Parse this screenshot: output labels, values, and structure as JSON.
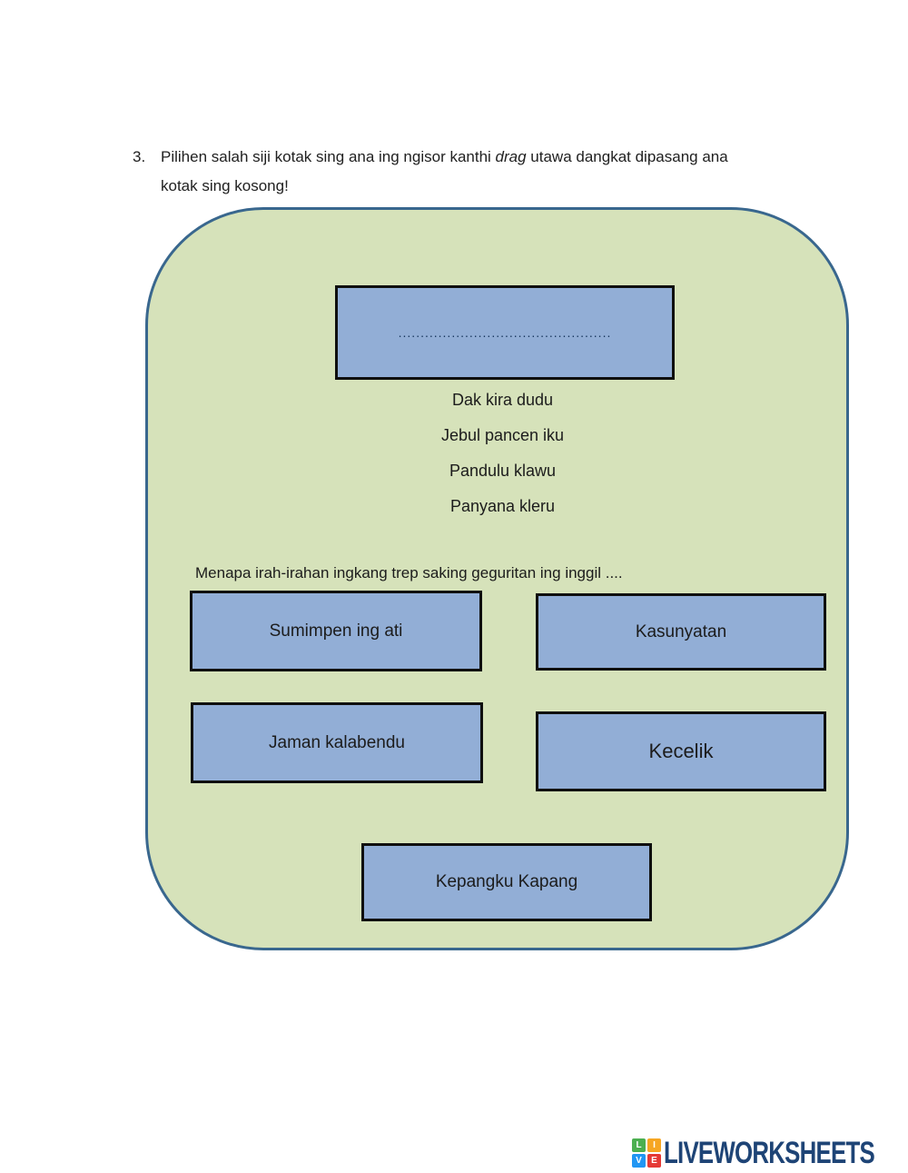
{
  "instruction": {
    "number": "3.",
    "line1_before": "Pilihen salah siji kotak sing ana ing ngisor  kanthi ",
    "drag_word": "drag",
    "line1_after": " utawa dangkat dipasang ana",
    "line2": "kotak sing kosong!"
  },
  "puzzle": {
    "blank_placeholder": "................................................",
    "poem_lines": [
      "Dak kira dudu",
      "Jebul pancen iku",
      "Pandulu klawu",
      "Panyana kleru"
    ],
    "question": "Menapa irah-irahan ingkang trep saking geguritan ing inggil ....",
    "options": [
      {
        "label": "Sumimpen ing ati"
      },
      {
        "label": "Kasunyatan"
      },
      {
        "label": "Jaman kalabendu"
      },
      {
        "label": "Kecelik"
      },
      {
        "label": "Kepangku Kapang"
      }
    ]
  },
  "footer": {
    "logo_letters": [
      "L",
      "I",
      "V",
      "E"
    ],
    "logo_text": "LIVEWORKSHEETS"
  },
  "colors": {
    "board_fill": "#d6e2ba",
    "board_border": "#39678e",
    "box_fill": "#92aed6",
    "box_border": "#0f0f0f",
    "logo_text_blue": "#1e4476",
    "logo_tile_green": "#4caf50",
    "logo_tile_yellow": "#f6a623",
    "logo_tile_blue": "#2196f3",
    "logo_tile_red": "#e53935"
  }
}
